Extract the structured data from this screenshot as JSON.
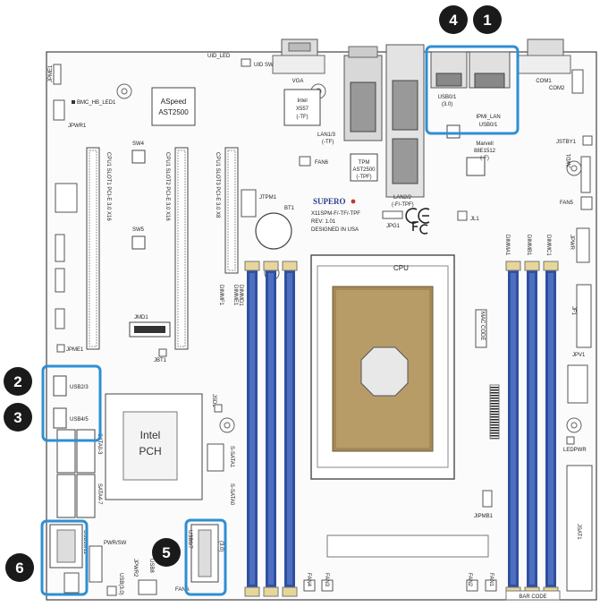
{
  "labels": {
    "jpme1": "JPME1",
    "bmc_hb_led": "BMC_HB_LED1",
    "jpwr1": "JPWR1",
    "aspeed_line1": "ASpeed",
    "aspeed_line2": "AST2500",
    "uid_led": "UID_LED",
    "uid_sw": "UID SW",
    "vga": "VGA",
    "com1": "COM1",
    "com2": "COM2",
    "intel_x557_line1": "Intel",
    "intel_x557_line2": "X557",
    "intel_x557_line3": "(-TF)",
    "lan1_1": "LAN1/3",
    "lan1_2": "(-TF)",
    "lan2_1": "LAN2/2",
    "lan2_2": "(-F/-TPF)",
    "usb_30_1": "USB0/1",
    "usb_30_2": "(3.0)",
    "ipmi_lan_1": "IPMI_LAN",
    "ipmi_lan_2": "USB0/1",
    "marvell_1": "Marvell",
    "marvell_2": "88E1512",
    "marvell_3": "(-F)",
    "jstby1": "JSTBY1",
    "jwd1": "JWD1",
    "fan5": "FAN5",
    "fan6": "FAN6",
    "tpm_1": "TPM",
    "tpm_2": "AST2500",
    "tpm_3": "(-TPF)",
    "jtpm1": "JTPM1",
    "bt1": "BT1",
    "jpg1": "JPG1",
    "jl1": "JL1",
    "brand": "SUPERO",
    "board_1": "X11SPM-F/-TF/-TPF",
    "board_2": "REV: 1.01",
    "board_3": "DESIGNED IN USA",
    "cpu": "CPU",
    "mac_code": "MAC CODE",
    "bar_code": "BAR CODE",
    "slot1": "CPU1 SLOT1 PCI-E 3.0 X16",
    "slot2": "CPU1 SLOT2 PCI-E 3.0 X16",
    "slot3": "CPU1 SLOT3 PCI-E 3.0 X8",
    "sw4": "SW4",
    "sw5": "SW5",
    "jmd1": "JMD1",
    "jbt1": "JBT1",
    "jpme1_b": "JPME1",
    "jsd1": "JSD1",
    "usb23": "USB2/3",
    "usb45": "USB4/5",
    "pch_1": "Intel",
    "pch_2": "PCH",
    "ssata": "S-SATA0",
    "ssata1": "S-SATA1",
    "sata03": "SATA0-3",
    "sata47": "SATA4-7",
    "usb8": "USB8",
    "usb67_1": "USB6/7",
    "usb67_2": "(3.0)",
    "usb1011": "USB10/11",
    "usb_fp": "USB(3.0)",
    "pwrsw": "PWR/SW",
    "jpwr2": "JPWR2",
    "fan1": "FAN1",
    "fan2": "FAN2",
    "fan3": "FAN3",
    "fan4": "FAN4",
    "fana": "FANA",
    "jipmb1": "JIPMB1",
    "jf1": "JF1",
    "jpv1": "JPV1",
    "jpwr": "JPWR",
    "ledpwr": "LEDPWR",
    "dimma1": "DIMMA1",
    "dimmb1": "DIMMB1",
    "dimmc1": "DIMMC1",
    "dimmd1": "DIMMD1",
    "dimme1": "DIMME1",
    "dimmf1": "DIMMF1",
    "jsat1": "JSAT1"
  },
  "callouts": [
    {
      "number": "1"
    },
    {
      "number": "2"
    },
    {
      "number": "3"
    },
    {
      "number": "4"
    },
    {
      "number": "5"
    },
    {
      "number": "6"
    }
  ],
  "colors": {
    "highlight": "#2e8fd3",
    "dimm_blue": "#2f4fa0",
    "cpu_gold": "#a58a58",
    "callout_fill": "#1a1a1a"
  }
}
